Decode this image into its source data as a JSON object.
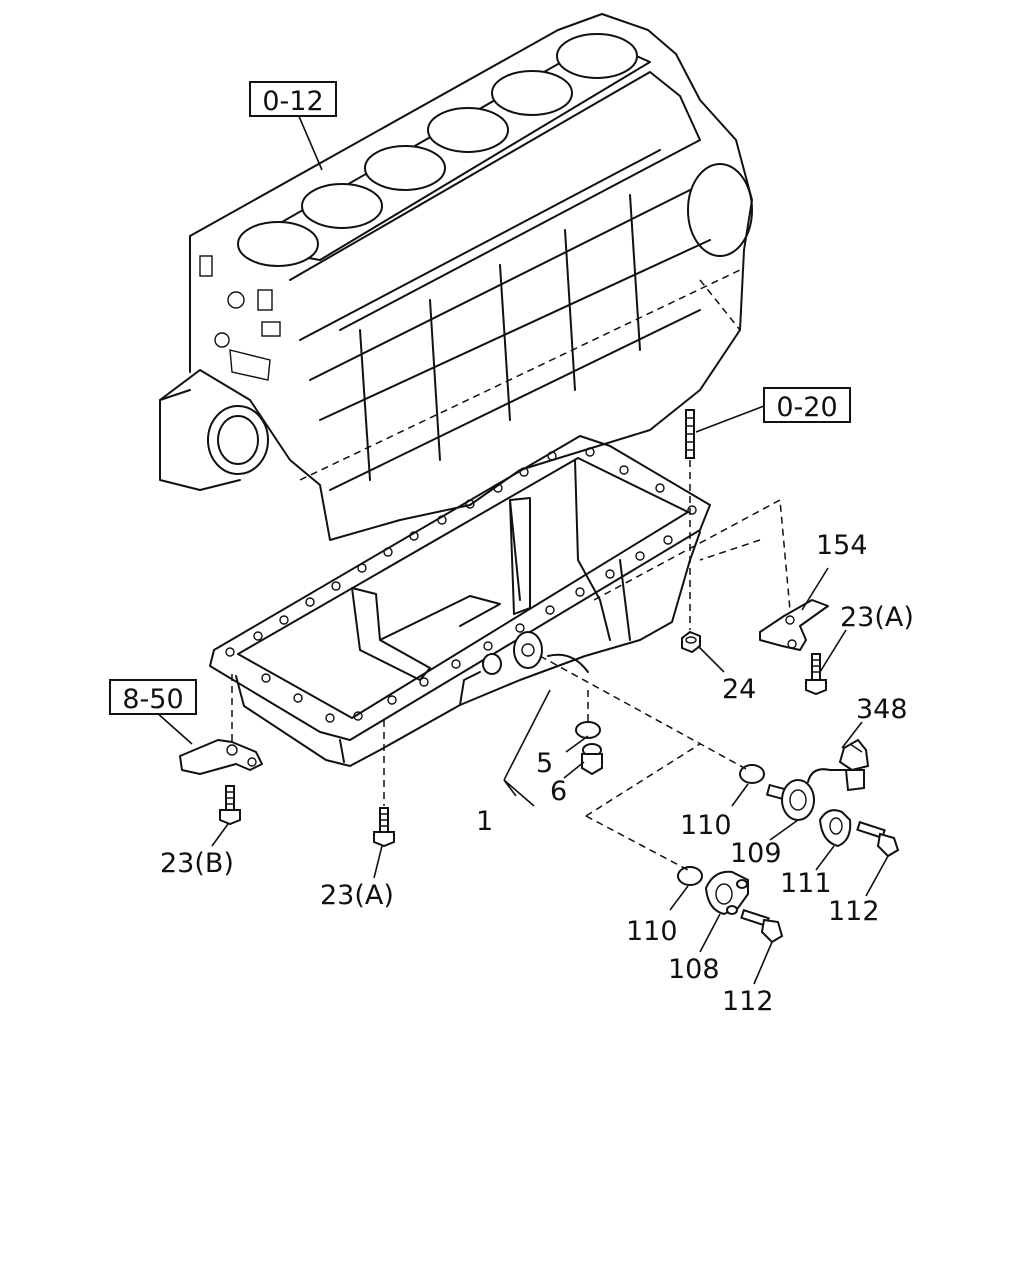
{
  "labels": {
    "ref_0_12": "0-12",
    "ref_0_20": "0-20",
    "ref_8_50": "8-50",
    "p154": "154",
    "p23a_right": "23(A)",
    "p24": "24",
    "p348": "348",
    "p5": "5",
    "p6": "6",
    "p1": "1",
    "p110_upper": "110",
    "p109": "109",
    "p111": "111",
    "p112_right": "112",
    "p110_lower": "110",
    "p108": "108",
    "p112_lower": "112",
    "p23b": "23(B)",
    "p23a_left": "23(A)"
  }
}
